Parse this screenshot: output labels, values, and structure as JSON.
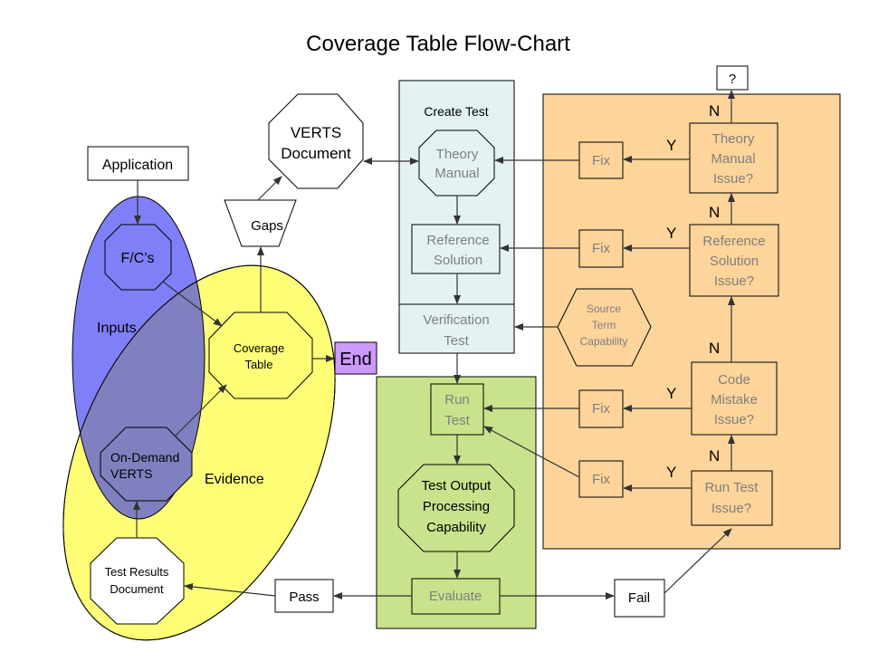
{
  "title": "Coverage Table Flow-Chart",
  "colors": {
    "inputs_ellipse": "#7f7ff7",
    "evidence_ellipse": "#ffff77",
    "overlap": "#8080c0",
    "create_test_panel": "#e4f2f2",
    "run_test_panel": "#c9e28c",
    "issues_panel": "#fdd49a",
    "end_box": "#cc99ff",
    "stroke": "#000000",
    "arrow": "#333333"
  },
  "regions": {
    "inputs": "Inputs",
    "evidence": "Evidence",
    "create_test": "Create Test"
  },
  "nodes": {
    "application": "Application",
    "fcs": "F/C’s",
    "on_demand_verts": [
      "On-Demand",
      "VERTS"
    ],
    "test_results_document": [
      "Test Results",
      "Document"
    ],
    "coverage_table": [
      "Coverage",
      "Table"
    ],
    "gaps": "Gaps",
    "verts_document": [
      "VERTS",
      "Document"
    ],
    "end": "End",
    "theory_manual": [
      "Theory",
      "Manual"
    ],
    "reference_solution": [
      "Reference",
      "Solution"
    ],
    "verification_test": [
      "Verification",
      "Test"
    ],
    "run_test": [
      "Run",
      "Test"
    ],
    "test_output_processing": [
      "Test Output",
      "Processing",
      "Capability"
    ],
    "evaluate": "Evaluate",
    "pass": "Pass",
    "fail": "Fail",
    "source_term_capability": [
      "Source",
      "Term",
      "Capability"
    ],
    "question": "?",
    "fix_1": "Fix",
    "fix_2": "Fix",
    "fix_3": "Fix",
    "fix_4": "Fix",
    "theory_manual_issue": [
      "Theory",
      "Manual",
      "Issue?"
    ],
    "reference_solution_issue": [
      "Reference",
      "Solution",
      "Issue?"
    ],
    "code_mistake_issue": [
      "Code",
      "Mistake",
      "Issue?"
    ],
    "run_test_issue": [
      "Run Test",
      "Issue?"
    ]
  },
  "edge_labels": {
    "y_theory": "Y",
    "y_reference": "Y",
    "y_code": "Y",
    "y_run": "Y",
    "n_theory": "N",
    "n_reference": "N",
    "n_code": "N",
    "n_run": "N"
  }
}
